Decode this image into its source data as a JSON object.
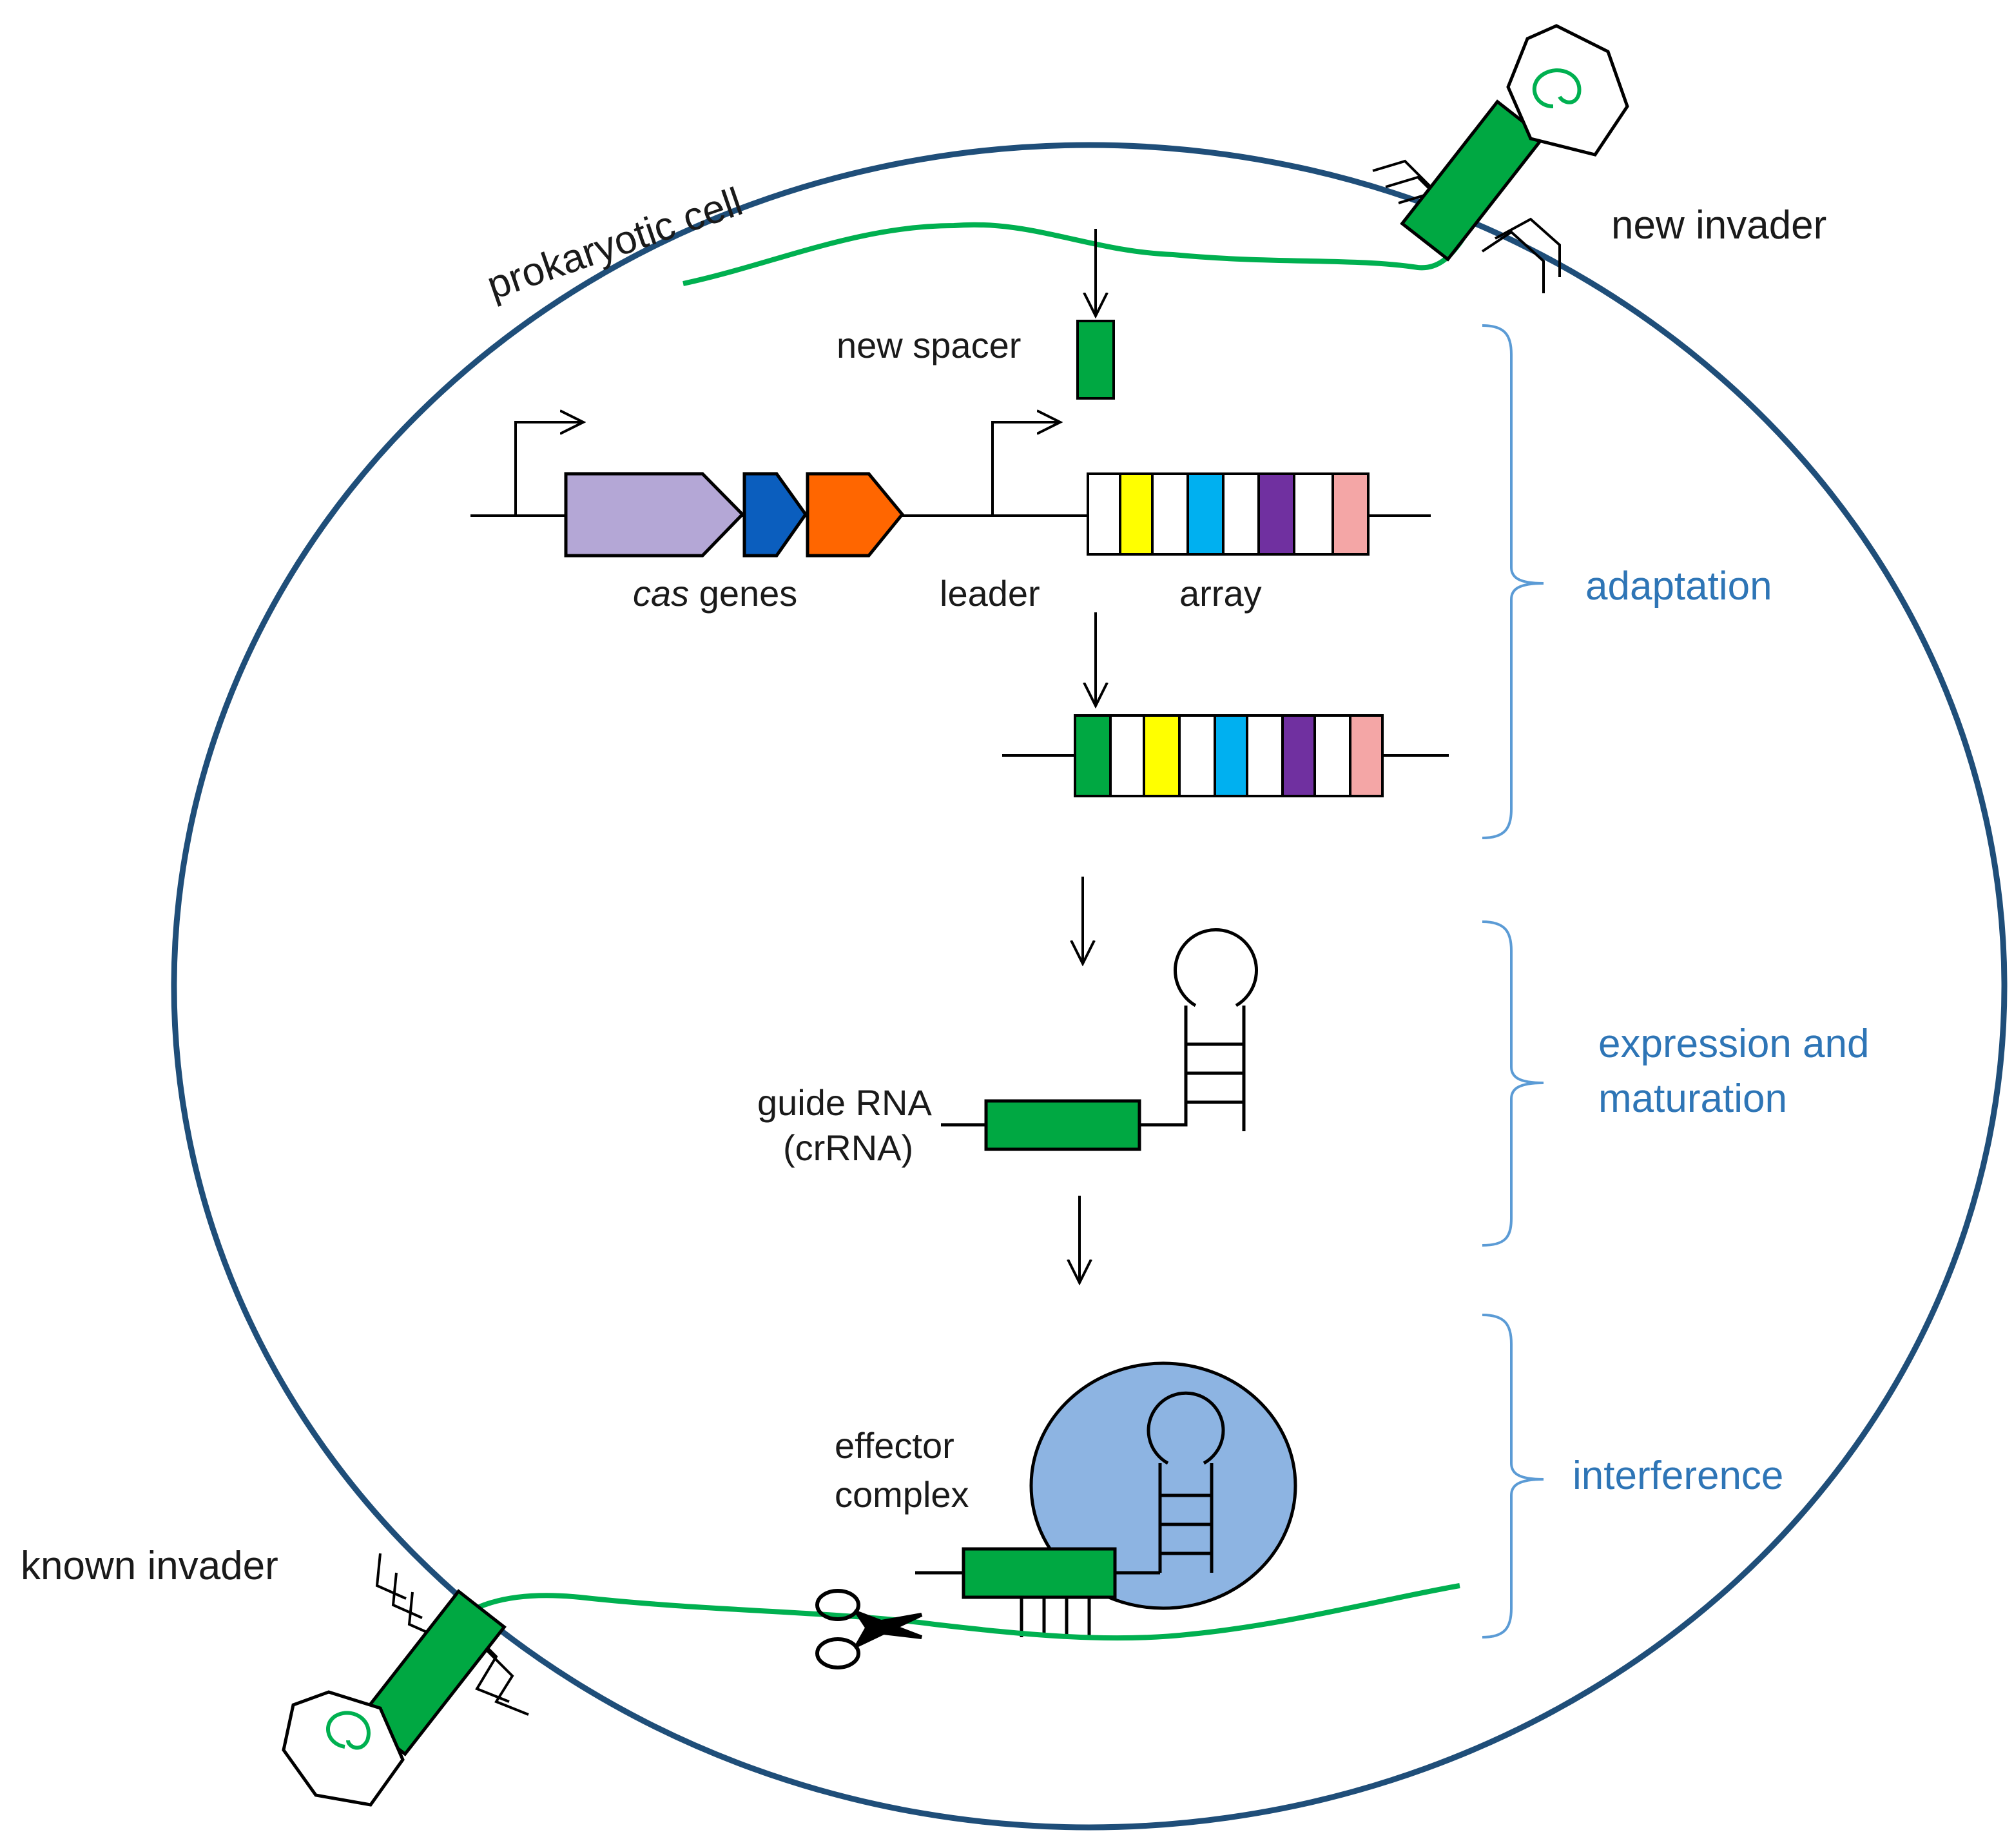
{
  "labels": {
    "cell": "prokaryotic cell",
    "new_invader": "new invader",
    "known_invader": "known invader",
    "new_spacer": "new spacer",
    "cas_italic": "cas",
    "cas_rest": " genes",
    "leader": "leader",
    "array": "array",
    "guide_line1": "guide RNA",
    "guide_line2": "(crRNA)",
    "effector_line1": "effector",
    "effector_line2": "complex"
  },
  "stages": {
    "adaptation": "adaptation",
    "expression_line1": "expression and",
    "expression_line2": "maturation",
    "interference": "interference"
  },
  "colors": {
    "cell_membrane": "#1f4e79",
    "dna_green": "#00b050",
    "stage_text": "#2e75b6",
    "bracket": "#5b9bd5",
    "cas_gene_1": "#b4a7d6",
    "cas_gene_2": "#0b5ebe",
    "cas_gene_3": "#ff6600",
    "spacer_green": "#00a842",
    "spacer_yellow": "#ffff00",
    "spacer_cyan": "#00b0f0",
    "spacer_purple": "#7030a0",
    "spacer_pink": "#f4a6a6",
    "effector_fill": "#8db4e2"
  },
  "icons": [
    "phage-icon",
    "scissors-icon",
    "hairpin-icon",
    "promoter-arrow-icon"
  ]
}
